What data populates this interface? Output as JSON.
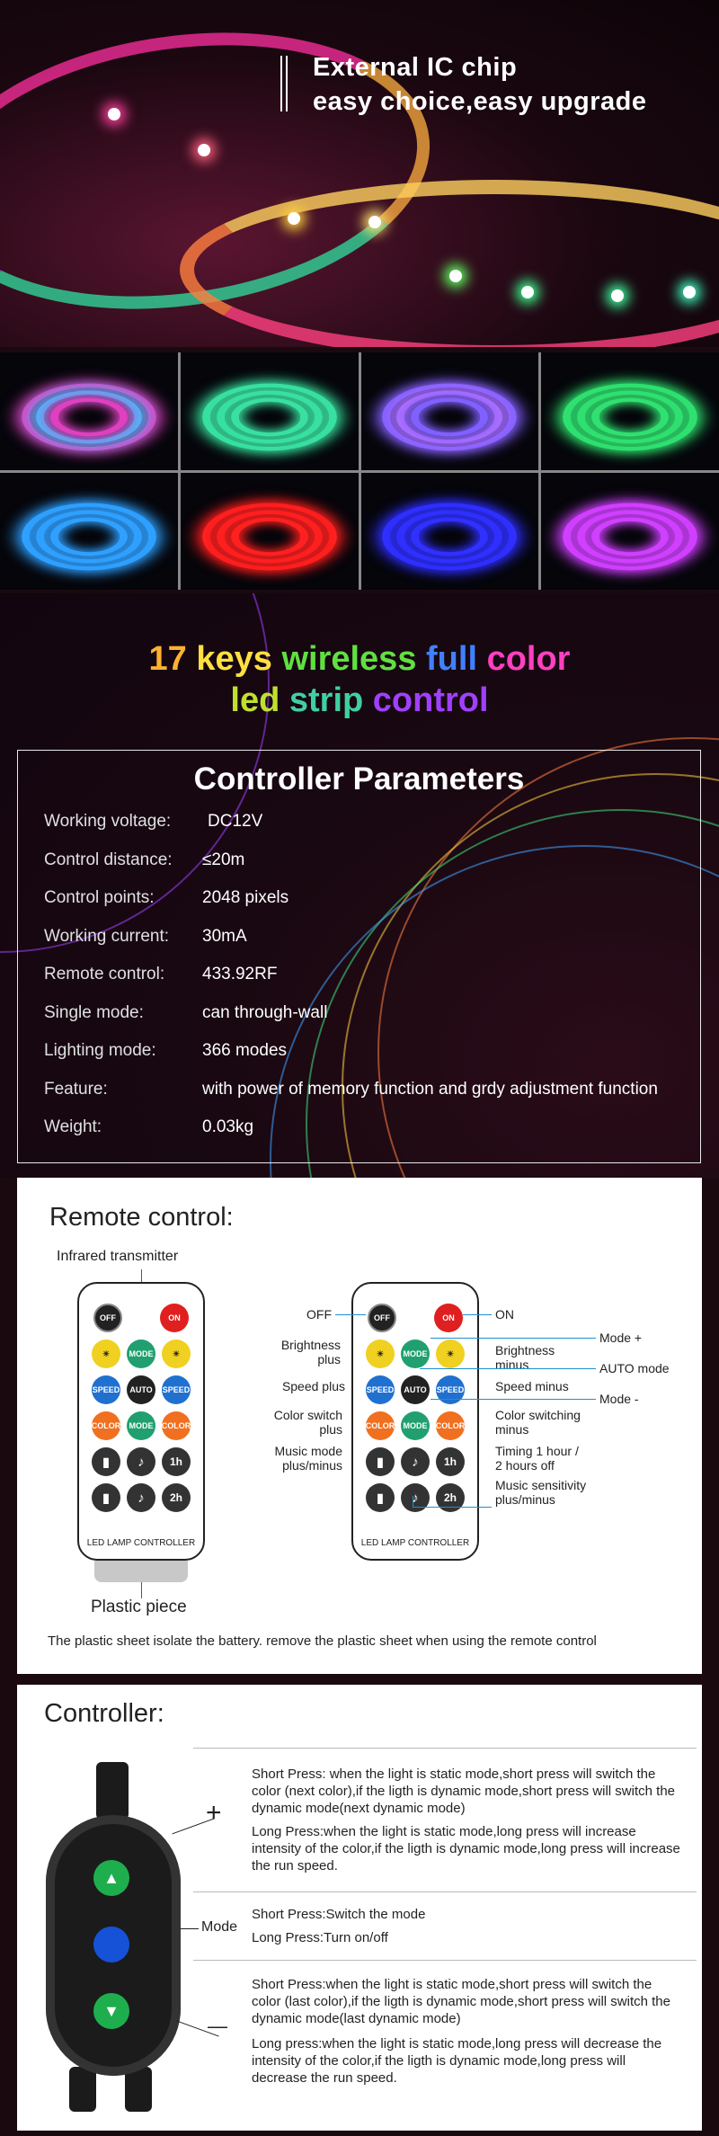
{
  "hero": {
    "title_line1": "External IC chip",
    "title_line2": "easy choice,easy upgrade"
  },
  "grid": {
    "tiles": [
      {
        "color": "#e040c0",
        "color2": "#40c0ff"
      },
      {
        "color": "#39e0a0",
        "color2": "#39e0a0"
      },
      {
        "color": "#8060ff",
        "color2": "#b070ff"
      },
      {
        "color": "#30e070",
        "color2": "#30e070"
      },
      {
        "color": "#30a0ff",
        "color2": "#30a0ff"
      },
      {
        "color": "#ff2020",
        "color2": "#ff2020"
      },
      {
        "color": "#3030ff",
        "color2": "#3030ff"
      },
      {
        "color": "#d040ff",
        "color2": "#d040ff"
      }
    ]
  },
  "banner": {
    "line1": [
      {
        "text": "17 ",
        "color": "#ffb030"
      },
      {
        "text": "keys ",
        "color": "#ffe040"
      },
      {
        "text": "wireless ",
        "color": "#60e040"
      },
      {
        "text": "full ",
        "color": "#4080ff"
      },
      {
        "text": "color",
        "color": "#ff40c0"
      }
    ],
    "line2": [
      {
        "text": "led ",
        "color": "#c0e030"
      },
      {
        "text": "strip ",
        "color": "#40d0a0"
      },
      {
        "text": "control",
        "color": "#a040ff"
      }
    ]
  },
  "params": {
    "title": "Controller Parameters",
    "rows": [
      {
        "label": "Working voltage:",
        "value": "DC12V"
      },
      {
        "label": "Control distance:",
        "value": "≤20m"
      },
      {
        "label": "Control points:",
        "value": "2048 pixels"
      },
      {
        "label": "Working current:",
        "value": "30mA"
      },
      {
        "label": "Remote control:",
        "value": "433.92RF"
      },
      {
        "label": "Single mode:",
        "value": "can through-wall"
      },
      {
        "label": "Lighting mode:",
        "value": "366 modes"
      },
      {
        "label": "Feature:",
        "value": "with power of memory function and grdy adjustment function"
      },
      {
        "label": "Weight:",
        "value": "0.03kg"
      }
    ]
  },
  "remote": {
    "heading": "Remote control:",
    "infrared": "Infrared transmitter",
    "plastic": "Plastic piece",
    "remote_label": "LED LAMP CONTROLLER",
    "note": "The plastic sheet isolate the battery. remove the plastic sheet when using the remote control",
    "buttons": {
      "off": "OFF",
      "on": "ON",
      "mode": "MODE",
      "speed": "SPEED",
      "auto": "AUTO",
      "color": "COLOR"
    },
    "callouts": {
      "off": "OFF",
      "on": "ON",
      "mode_plus": "Mode +",
      "brightness_plus": "Brightness\nplus",
      "brightness_minus": "Brightness\nminus",
      "auto_mode": "AUTO mode",
      "speed_plus": "Speed plus",
      "speed_minus": "Speed minus",
      "mode_minus": "Mode -",
      "color_plus": "Color switch\nplus",
      "color_minus": "Color switching\nminus",
      "music_mode": "Music mode\nplus/minus",
      "timing": "Timing 1 hour /\n2 hours off",
      "music_sens": "Music sensitivity\nplus/minus"
    }
  },
  "controller": {
    "heading": "Controller:",
    "plus": "+",
    "mode": "Mode",
    "minus": "—",
    "plus_short": "Short Press: when the light is static mode,short press will switch the color (next color),if the ligth is dynamic mode,short press will switch the dynamic mode(next dynamic mode)",
    "plus_long": "Long Press:when the light is static mode,long press will increase intensity of the color,if the ligth is dynamic mode,long press will increase the run speed.",
    "mode_short": "Short Press:Switch the mode",
    "mode_long": "Long Press:Turn on/off",
    "minus_short": "Short Press:when the light is static mode,short press will switch the color (last color),if the ligth is dynamic mode,short press will switch the dynamic mode(last dynamic mode)",
    "minus_long": "Long press:when the light is static mode,long press will decrease the intensity of the color,if the ligth is dynamic mode,long press will decrease the run speed."
  }
}
